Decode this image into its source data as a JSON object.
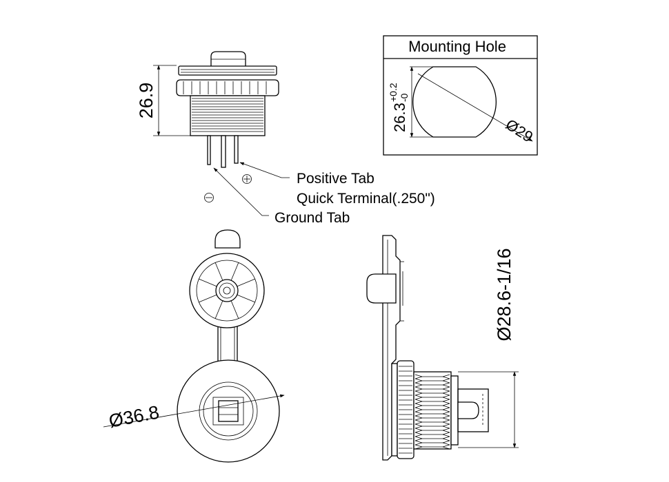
{
  "labels": {
    "height_dim": "26.9",
    "positive_tab": "Positive Tab",
    "quick_terminal": "Quick Terminal(.250\")",
    "ground_tab": "Ground Tab",
    "mounting_hole_title": "Mounting Hole",
    "hole_height_base": "26.3",
    "hole_tol_upper": "+0.2",
    "hole_tol_lower": "-0",
    "hole_diameter": "Ø29",
    "front_diameter": "Ø36.8",
    "thread_diameter": "Ø28.6-1/16"
  },
  "symbols": {
    "positive": "plus-in-circle",
    "negative": "minus-in-circle"
  }
}
